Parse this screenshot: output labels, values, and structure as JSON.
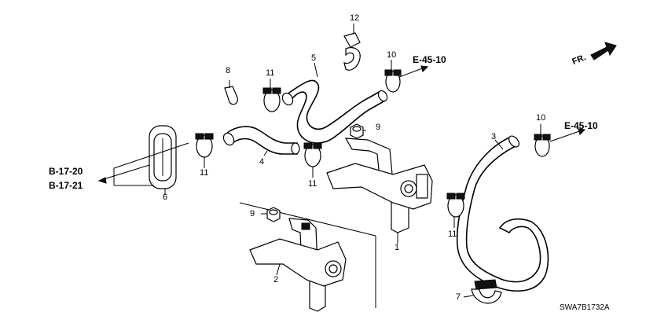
{
  "callouts": {
    "p1": "1",
    "p2": "2",
    "p3": "3",
    "p4": "4",
    "p5": "5",
    "p6": "6",
    "p7": "7",
    "p8": "8",
    "p9a": "9",
    "p9b": "9",
    "p10a": "10",
    "p10b": "10",
    "p11a": "11",
    "p11b": "11",
    "p11c": "11",
    "p11d": "11",
    "p12": "12"
  },
  "references": {
    "e_top": "E-45-10",
    "e_right": "E-45-10",
    "b_upper": "B-17-20",
    "b_lower": "B-17-21"
  },
  "direction_label": "FR.",
  "diagram_code": "SWA7B1732A"
}
